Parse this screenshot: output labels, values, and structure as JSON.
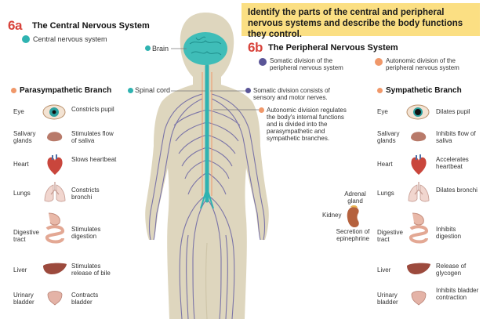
{
  "header": {
    "cns_number": "6a",
    "cns_title": "The Central Nervous System",
    "cns_legend": "Central nervous system",
    "pns_number": "6b",
    "pns_title": "The Peripheral Nervous System",
    "banner_text": "Identify the parts of the central and peripheral nervous systems and describe the body functions they control."
  },
  "legend": {
    "somatic": "Somatic division of the peripheral nervous system",
    "autonomic": "Autonomic division of the peripheral nervous system"
  },
  "callouts": {
    "brain": "Brain",
    "spinal_cord": "Spinal cord",
    "somatic_desc": "Somatic division consists of sensory and motor nerves.",
    "autonomic_desc": "Autonomic division regulates the body's internal functions and is divided into the parasympathetic and sympathetic branches.",
    "adrenal": "Adrenal gland",
    "kidney": "Kidney",
    "secretion": "Secretion of epinephrine"
  },
  "parasympathetic": {
    "title": "Parasympathetic Branch",
    "rows": [
      {
        "organ": "Eye",
        "effect": "Constricts pupil"
      },
      {
        "organ": "Salivary glands",
        "effect": "Stimulates flow of saliva"
      },
      {
        "organ": "Heart",
        "effect": "Slows heartbeat"
      },
      {
        "organ": "Lungs",
        "effect": "Constricts bronchi"
      },
      {
        "organ": "Digestive tract",
        "effect": "Stimulates digestion"
      },
      {
        "organ": "Liver",
        "effect": "Stimulates release of bile"
      },
      {
        "organ": "Urinary bladder",
        "effect": "Contracts bladder"
      }
    ]
  },
  "sympathetic": {
    "title": "Sympathetic Branch",
    "rows": [
      {
        "organ": "Eye",
        "effect": "Dilates pupil"
      },
      {
        "organ": "Salivary glands",
        "effect": "Inhibits flow of saliva"
      },
      {
        "organ": "Heart",
        "effect": "Accelerates heartbeat"
      },
      {
        "organ": "Lungs",
        "effect": "Dilates bronchi"
      },
      {
        "organ": "Digestive tract",
        "effect": "Inhibits digestion"
      },
      {
        "organ": "Liver",
        "effect": "Release of glycogen"
      },
      {
        "organ": "Urinary bladder",
        "effect": "Inhibits bladder contraction"
      }
    ]
  },
  "icons": [
    "eye-icon",
    "salivary-gland-icon",
    "heart-icon",
    "lungs-icon",
    "digestive-tract-icon",
    "liver-icon",
    "bladder-icon",
    "kidney-icon"
  ],
  "colors": {
    "cns": "#2fb3b1",
    "somatic": "#5a5597",
    "autonomic": "#f0986a",
    "accent": "#d8433b",
    "banner": "#fbdf83",
    "body": "#ded6be",
    "nerve": "#6a64a4"
  }
}
